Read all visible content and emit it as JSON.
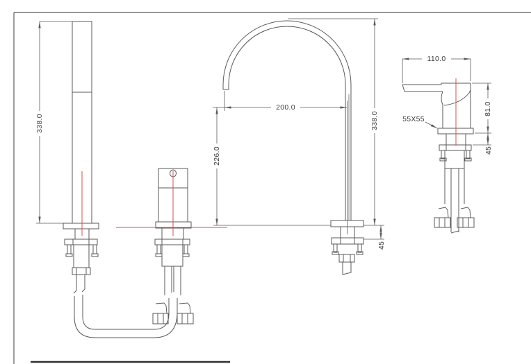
{
  "colors": {
    "line_color": "#5a5a5a",
    "centerline_color": "#e14b4b",
    "text_color": "#3c3c3c",
    "background": "#ffffff"
  },
  "views": {
    "handshower_spout_side": {
      "dims": {
        "overall_height": "338.0"
      }
    },
    "diverter_valve_front": {
      "dims": {}
    },
    "arch_spout_front": {
      "dims": {
        "spout_reach": "200.0",
        "underside_clearance": "226.0",
        "overall_height": "338.0",
        "max_deck_thickness": "45"
      }
    },
    "mixer_handle_side": {
      "dims": {
        "handle_length": "110.0",
        "body_height": "81.0",
        "base_plate_size": "55X55",
        "max_deck_thickness": "45"
      }
    }
  }
}
